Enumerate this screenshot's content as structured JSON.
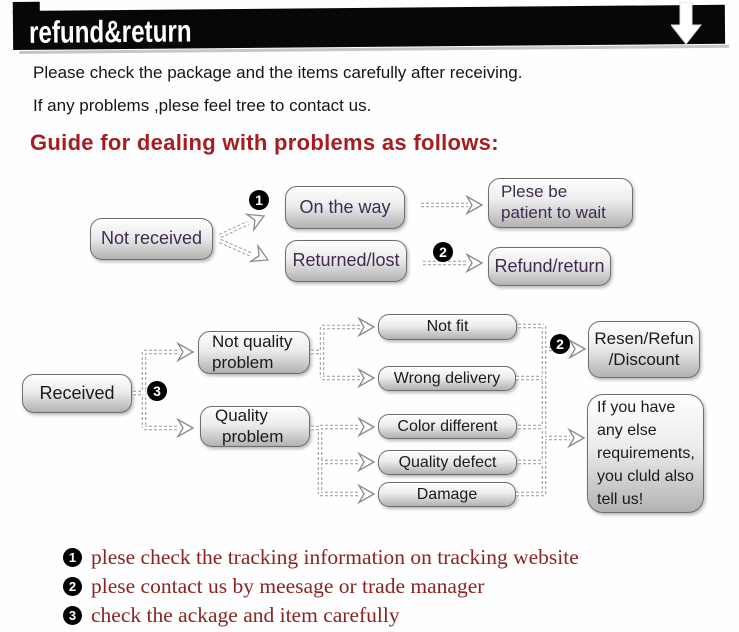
{
  "banner": {
    "title": "refund&return"
  },
  "icons": {
    "banner_arrow": "down-arrow"
  },
  "intro": {
    "line1": "Please check the package and the items carefully after receiving.",
    "line2": "If any problems ,plese feel tree to contact us."
  },
  "heading": {
    "text": "Guide for dealing with problems as follows:"
  },
  "flow1": {
    "marker_on_way": "1",
    "marker_refund": "2",
    "nodes": {
      "not_received": "Not received",
      "on_the_way": "On the way",
      "returned_lost": "Returned/lost",
      "patient_l1": "Plese be",
      "patient_l2": "patient to wait",
      "refund_return": "Refund/return"
    }
  },
  "flow2": {
    "marker_received": "3",
    "marker_resen": "2",
    "nodes": {
      "received": "Received",
      "not_quality_l1": "Not quality",
      "not_quality_l2": "problem",
      "quality_l1": "Quality",
      "quality_l2": "problem",
      "not_fit": "Not fit",
      "wrong_delivery": "Wrong delivery",
      "color_different": "Color different",
      "quality_defect": "Quality defect",
      "damage": "Damage",
      "resen_l1": "Resen/Refun",
      "resen_l2": "/Discount",
      "more_l1": "If you have",
      "more_l2": "any else",
      "more_l3": "requirements,",
      "more_l4": "you cluld also",
      "more_l5": "tell us!"
    }
  },
  "notes": [
    {
      "marker": "1",
      "text": "plese check the tracking information on tracking website"
    },
    {
      "marker": "2",
      "text": "plese contact us by meesage or trade manager"
    },
    {
      "marker": "3",
      "text": "check the ackage and item carefully"
    }
  ],
  "colors": {
    "banner_bg": "#070707",
    "banner_text": "#ffffff",
    "heading_red": "#a51d21",
    "notes_red": "#8b2323",
    "flow1_text": "#3f2b50",
    "flow2_text": "#1a1a1a",
    "box_border": "#6e6e6e",
    "connector_gray": "#999999"
  }
}
